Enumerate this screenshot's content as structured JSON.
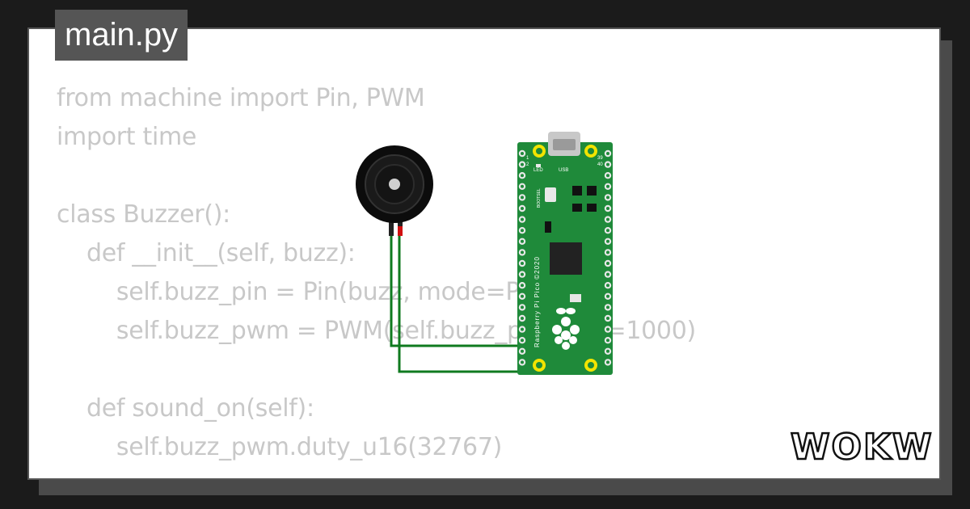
{
  "editor": {
    "file_tab": "main.py",
    "code_lines": [
      "from machine import Pin, PWM",
      "import time",
      "",
      "class Buzzer():",
      "    def __init__(self, buzz):",
      "        self.buzz_pin = Pin(buzz, mode=Pin.OUT)",
      "        self.buzz_pwm = PWM(self.buzz_pin, freq=1000)",
      "",
      "    def sound_on(self):",
      "        self.buzz_pwm.duty_u16(32767)"
    ]
  },
  "board": {
    "name": "Raspberry Pi Pico ©2020",
    "usb_label": "USB",
    "led_label": "LED",
    "bootsel_label": "BOOTSEL",
    "pin_labels": [
      "1",
      "2",
      "39",
      "40"
    ]
  },
  "branding": {
    "logo": "WOKWI"
  },
  "colors": {
    "background": "#1b1b1b",
    "card": "#ffffff",
    "tab": "#555555",
    "code_text": "#c8c8c8",
    "pcb": "#1f8a3a",
    "wire": "#0f7a1f",
    "wire_red": "#d01010"
  }
}
